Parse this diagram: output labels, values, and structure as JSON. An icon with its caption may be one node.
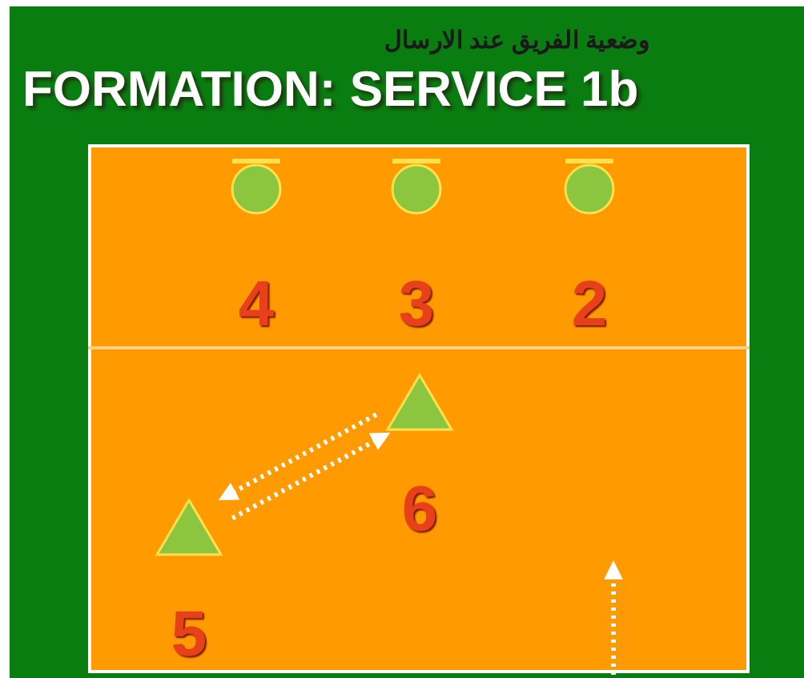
{
  "diagram": {
    "title": "FORMATION: SERVICE 1b",
    "nodes": [
      {
        "text": [
          "4"
        ]
      },
      {
        "text": [
          "3"
        ]
      },
      {
        "text": [
          "2"
        ]
      },
      {
        "text": [
          "6"
        ]
      },
      {
        "text": [
          "5"
        ]
      }
    ],
    "edges": [
      {
        "from": 3,
        "to": 4,
        "arrow": "to",
        "style": "dashed"
      },
      {
        "from": 4,
        "to": 3,
        "arrow": "to",
        "style": "dashed"
      }
    ],
    "labels": [
      "وضعية الفريق عند الارسال"
    ]
  }
}
